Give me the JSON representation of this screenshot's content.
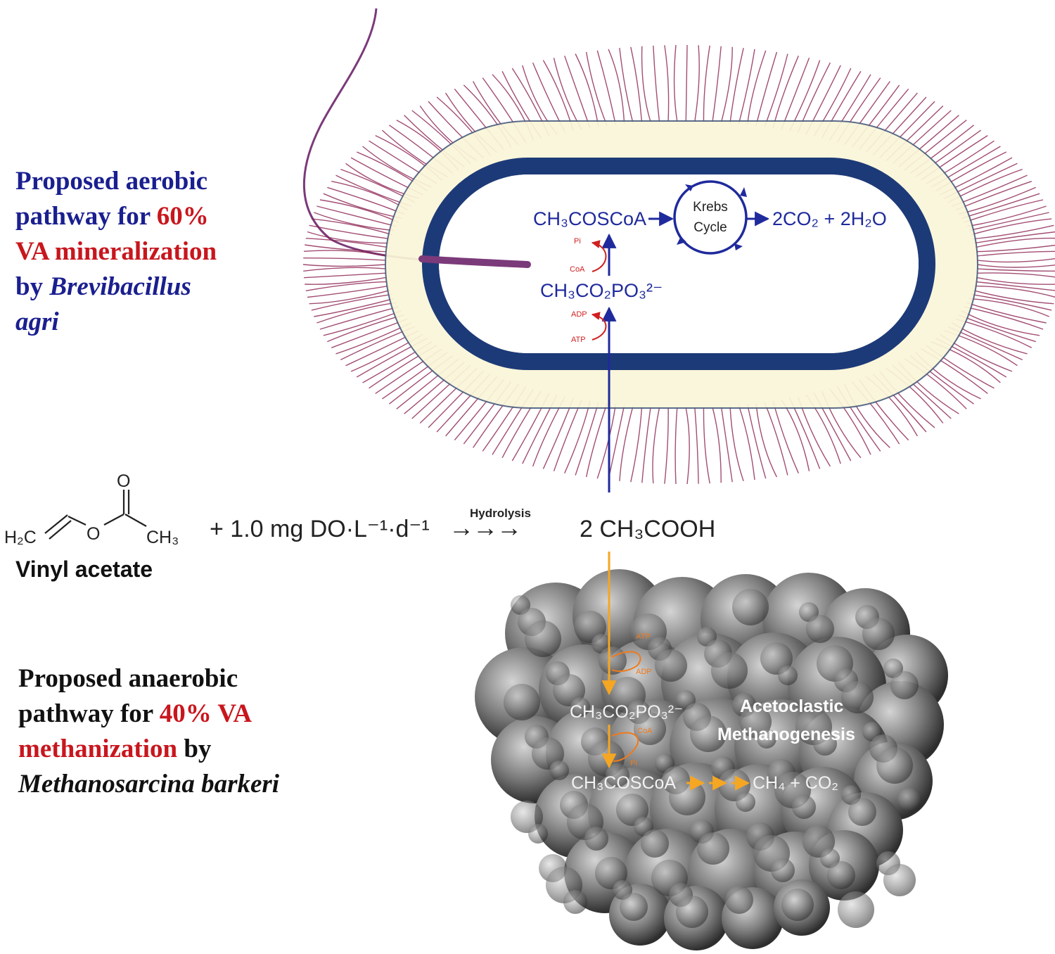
{
  "aerobic": {
    "l1a": "Proposed aerobic",
    "l2a": "pathway for ",
    "l2b": "60%",
    "l3a": "VA mineralization",
    "l4a": "by ",
    "l4b": "Brevibacillus",
    "l5a": "agri"
  },
  "anaerobic": {
    "l1a": "Proposed anaerobic",
    "l2a": "pathway for ",
    "l2b": "40% VA",
    "l3a": "methanization",
    "l3b": " by",
    "l4a": "Methanosarcina barkeri"
  },
  "cell": {
    "acetylcoa": "CH₃COSCoA",
    "krebs1": "Krebs",
    "krebs2": "Cycle",
    "products": "2CO₂ + 2H₂O",
    "acetylphosphate": "CH₃CO₂PO₃²⁻",
    "pi": "Pi",
    "coa": "CoA",
    "adp": "ADP",
    "atp": "ATP"
  },
  "reaction": {
    "h2c": "H₂C",
    "o_carbonyl": "O",
    "o_ester": "O",
    "ch3": "CH₃",
    "do_term": "+ 1.0 mg DO·L⁻¹·d⁻¹",
    "hydrolysis": "Hydrolysis",
    "arrows": "→→→",
    "product": "2 CH₃COOH",
    "compound_name": "Vinyl acetate"
  },
  "methano": {
    "atp": "ATP",
    "adp": "ADP",
    "acetylphosphate": "CH₃CO₂PO₃²⁻",
    "label1": "Acetoclastic",
    "label2": "Methanogenesis",
    "coa": "CoA",
    "pi": "Pi",
    "acetylcoa": "CH₃COSCoA",
    "products": "CH₄ + CO₂"
  },
  "colors": {
    "pathway_blue": "#1f2a9c",
    "highlight_red": "#c8161d",
    "cell_wall": "#1d3a78",
    "pili": "#8b2050",
    "periplasm": "#faf6d8",
    "anaerobic_orange": "#f5a623"
  }
}
